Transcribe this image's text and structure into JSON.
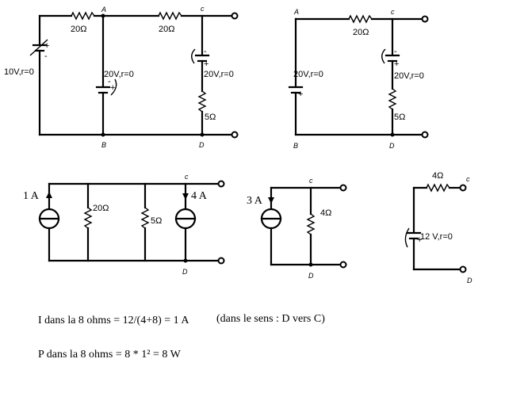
{
  "circuit1": {
    "r1": "20Ω",
    "r2": "20Ω",
    "src_left": "10V,r=0",
    "src_mid": "20V,r=0",
    "src_right": "20V,r=0",
    "r_right": "5Ω",
    "node_a": "A",
    "node_b": "B",
    "node_c": "c",
    "node_d": "D"
  },
  "circuit2": {
    "node_a": "A",
    "node_b": "B",
    "node_c": "c",
    "node_d": "D",
    "r_top": "20Ω",
    "src_left": "20V,r=0",
    "src_right": "20V,r=0",
    "r_right": "5Ω"
  },
  "circuit3": {
    "i_left": "1 A",
    "i_right": "4 A",
    "r1": "20Ω",
    "r2": "5Ω",
    "node_c": "c",
    "node_d": "D"
  },
  "circuit4": {
    "i_src": "3 A",
    "r": "4Ω",
    "node_c": "c",
    "node_d": "D"
  },
  "circuit5": {
    "r": "4Ω",
    "src": "12 V,r=0",
    "node_c": "c",
    "node_d": "D"
  },
  "equations": {
    "current": "I dans la 8 ohms = 12/(4+8) = 1 A",
    "direction": "(dans le sens : D vers C)",
    "power": "P dans la 8 ohms = 8 * 1² = 8 W"
  }
}
